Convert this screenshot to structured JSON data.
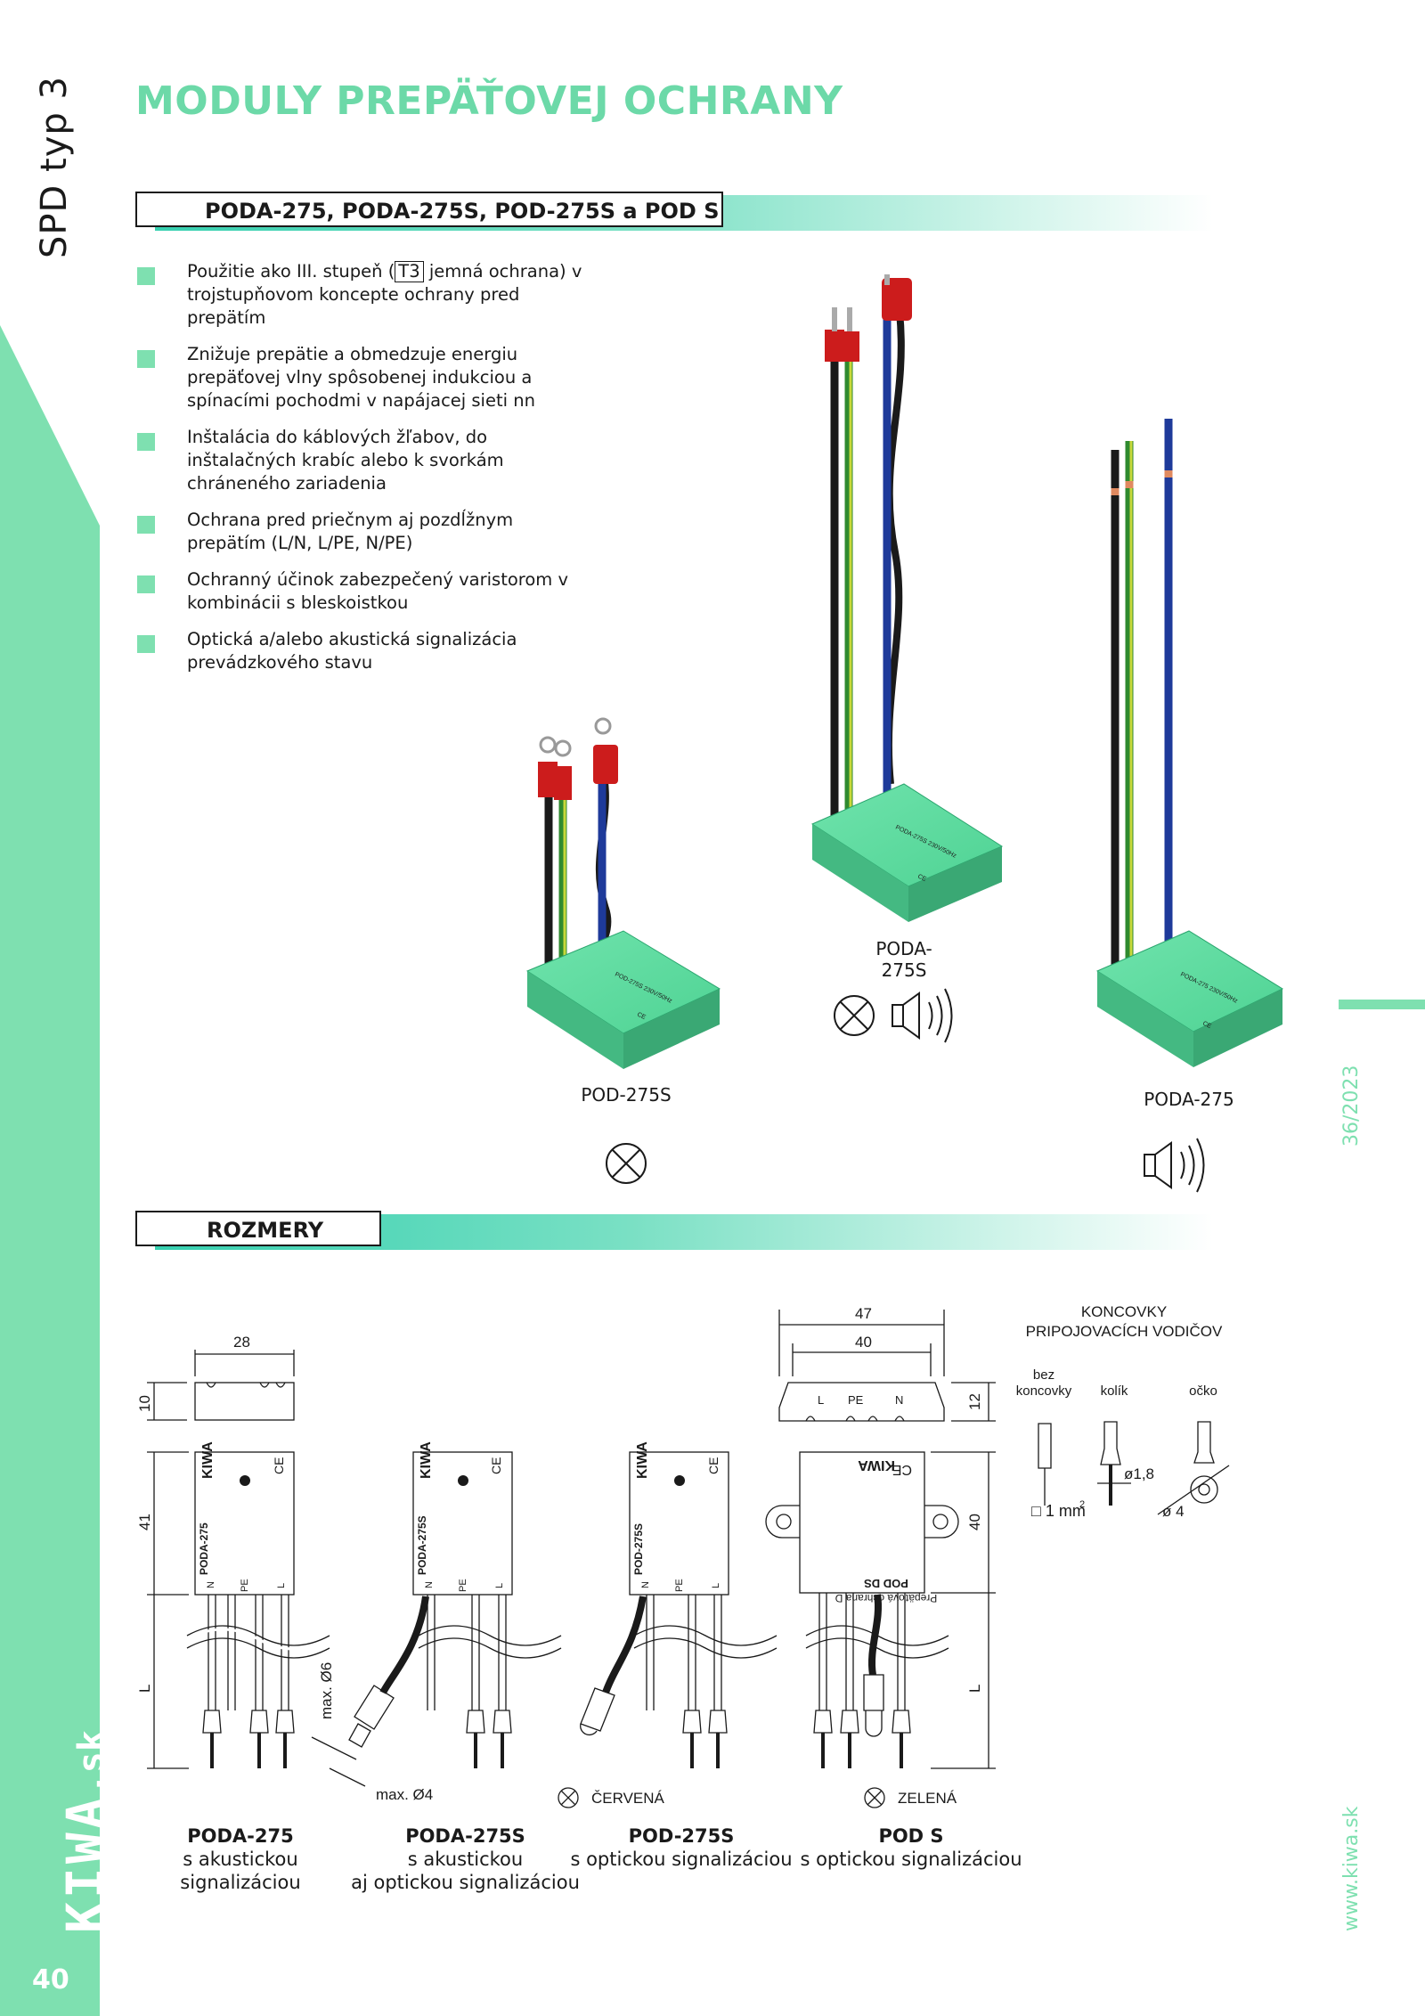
{
  "header": {
    "side_label": "SPD typ 3",
    "title": "MODULY PREPÄŤOVEJ OCHRANY"
  },
  "section1": {
    "title": "PODA-275, PODA-275S, POD-275S a POD S"
  },
  "bullets": [
    {
      "pre": "Použitie ako III. stupeň (",
      "badge": "T3",
      "post": " jemná ochrana) v trojstupňovom koncepte ochrany pred prepätím"
    },
    {
      "pre": "Znižuje prepätie a obmedzuje energiu prepäťovej vlny spôsobenej indukciou a spínacími pochodmi v napájacej sieti nn"
    },
    {
      "pre": "Inštalácia do káblových žľabov, do inštalačných krabíc alebo k svorkám chráneného zariadenia"
    },
    {
      "pre": "Ochrana pred priečnym aj  pozdĺžnym prepätím (L/N, L/PE, N/PE)"
    },
    {
      "pre": "Ochranný účinok zabezpečený varistorom v kombinácii s bleskoistkou"
    },
    {
      "pre": "Optická  a/alebo  akustická  signalizácia prevádzkového stavu"
    }
  ],
  "products": {
    "pod275s": "POD-275S",
    "poda275s": "PODA-275S",
    "poda275": "PODA-275",
    "module_brand": "KIWA",
    "ce": "CE"
  },
  "section2": {
    "title": "ROZMERY"
  },
  "dimensions": {
    "d28": "28",
    "d10": "10",
    "d41": "41",
    "dL": "L",
    "d6": "max. Ø6",
    "d4": "max. Ø4",
    "d47": "47",
    "d40": "40",
    "d12": "12",
    "d40v": "40",
    "dLr": "L",
    "terminal_row": [
      "L",
      "PE",
      "N"
    ],
    "pins": [
      "N",
      "PE",
      "L"
    ]
  },
  "endings": {
    "title1": "KONCOVKY",
    "title2": "PRIPOJOVACÍCH  VODIČOV",
    "bez1": "bez",
    "bez2": "koncovky",
    "kolik": "kolík",
    "ocko": "očko",
    "mm2": "1 mm",
    "d18": "ø1,8",
    "d4": "ø 4"
  },
  "legend": {
    "red": "ČERVENÁ",
    "green": "ZELENÁ"
  },
  "captions": [
    {
      "name": "PODA-275",
      "l1": "s akustickou signalizáciou",
      "l2": ""
    },
    {
      "name": "PODA-275S",
      "l1": "s akustickou",
      "l2": "aj optickou signalizáciou"
    },
    {
      "name": "POD-275S",
      "l1": "s optickou signalizáciou",
      "l2": ""
    },
    {
      "name": "POD S",
      "l1": "s optickou signalizáciou",
      "l2": ""
    }
  ],
  "module_labels": {
    "m1": "PODA-275",
    "m2": "PODA-275S",
    "m3": "POD-275S",
    "m4": "POD DS",
    "m4b": "Prepäťová ochrana D"
  },
  "footer": {
    "page_number": "40",
    "brand": "KIWA",
    "brand_suffix": "sk",
    "issue": "36/2023",
    "website": "www.kiwa.sk"
  },
  "colors": {
    "accent": "#7ee0b0",
    "title_green": "#6cd9a8",
    "bar_teal": "#36d0b0"
  }
}
